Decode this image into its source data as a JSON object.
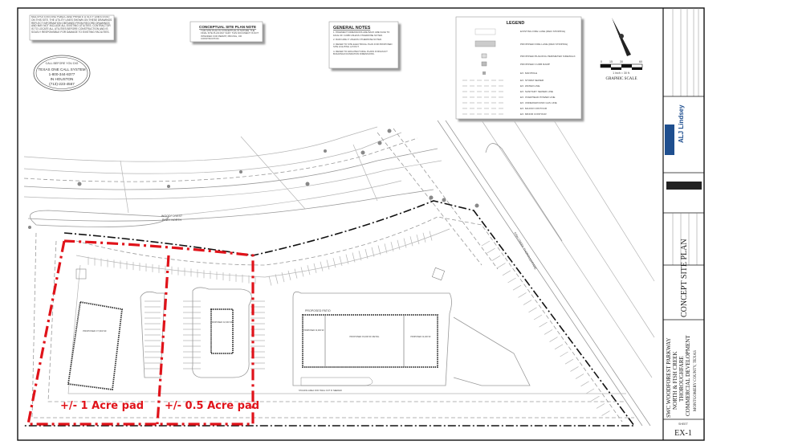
{
  "notes": {
    "utility_note": "MULTIPLE EXISTING PUBLIC AND PRIVATE UTILITY LINES EXIST ON THIS SITE. THE UTILITY LINES SHOWN ON THESE DRAWINGS REFLECT INFORMATION OBTAINED FROM RECORD DRAWINGS AND MAY NOT INCLUDE ALL EXISTING UTILITIES. CONTRACTOR IS TO LOCATE ALL UTILITIES BEFORE CONSTRUCTION AND IS SOLELY RESPONSIBLE FOR DAMAGE TO EXISTING FACILITIES.",
    "one_call": [
      "CALL BEFORE YOU DIG",
      "TEXAS ONE CALL SYSTEM",
      "1-800-344-8377",
      "IN HOUSTON",
      "(713)-223-4567"
    ],
    "conceptual_title": "CONCEPTUAL SITE PLAN NOTE",
    "conceptual_text": "THIS SITE PLAN IS CONCEPTUAL IN NATURE. THE FINAL SITE PLAN MAY VARY. THIS DOCUMENT IS NOT INTENDED FOR PERMIT, PRICING, OR CONSTRUCTION.",
    "general_title": "GENERAL NOTES",
    "general_items": [
      "1. PAVEMENT DIMENSIONS ARE BACK ARE FACE TO FACE OF CURB UNLESS OTHERWISE NOTED.",
      "2. RADII ARE 3' UNLESS OTHERWISE NOTED.",
      "3. REFER TO SITE ELECTRICAL PLAN FOR PROPOSED SITE LIGHTING LAYOUT.",
      "4. REFER TO ARCHITECTURAL PLANS FOR EXACT BUILDING/FOUNDATION DIMENSIONS."
    ]
  },
  "legend": {
    "title": "LEGEND",
    "items": [
      "EXISTING FIRE LANE (RED STRIPING)",
      "PROPOSED FIRE LANE (RED STRIPING)",
      "PROPOSED BUILDING PERIMETER SIDEWALK",
      "PROPOSED CURB RAMP",
      "EX. MANHOLE",
      "EX. STORM SEWER",
      "EX. WATER LINE",
      "EX. SANITARY SEWER LINE",
      "EX. OVERHEAD POWER LINE",
      "EX. UNDERGROUND GAS LINE",
      "EX. MAJOR CONTOUR",
      "EX. MINOR CONTOUR"
    ]
  },
  "scale": {
    "label": "GRAPHIC SCALE",
    "ticks": [
      "0",
      "15",
      "30",
      "60"
    ],
    "unit": "1 inch = 30 ft."
  },
  "site": {
    "street_label": [
      "WOODFOREST",
      "PKWY NORTH"
    ],
    "fish_creek_label": "FISH CREEK THOROUGHFARE",
    "patio_label": "PROPOSED PATIO",
    "staging_label": "STAGING AREA FOR SWAL OUT IF NEEDED",
    "building_left": "PROPOSED ±7,600 SF",
    "building_mid": "PROPOSED ±2,000 SF",
    "building_main": "PROPOSED ±9,600 SF RETAIL",
    "building_main_left": "PROPOSED ±2,000 SF",
    "building_main_right": "PROPOSED ±2,400 SF",
    "pad_1": "+/- 1 Acre pad",
    "pad_2": "+/- 0.5 Acre pad",
    "accent_color": "#e0131a"
  },
  "title_block": {
    "firm": "ALJ Lindsey",
    "sheet_title": "CONCEPT SITE PLAN",
    "project_lines": [
      "SWC WOODFOREST PARKWAY",
      "NORTH & FISH CREEK",
      "THOROUGHFARE",
      "COMMERCIAL DEVELOPMENT",
      "MONTGOMERY COUNTY, TEXAS"
    ],
    "sheet_label": "SHEET",
    "sheet_number": "EX-1"
  }
}
